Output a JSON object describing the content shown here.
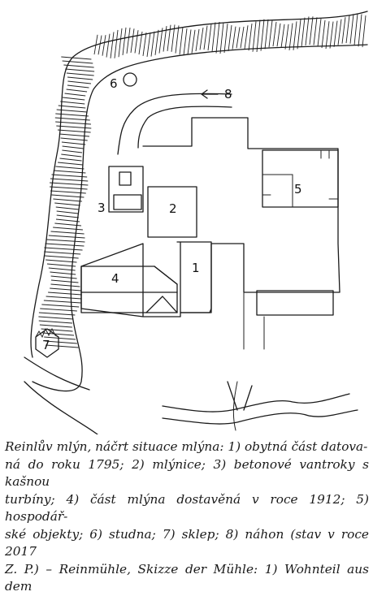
{
  "figure": {
    "labels": {
      "residence": "1",
      "mill_room": "2",
      "turbine_race": "3",
      "extension_1912": "4",
      "farm_buildings": "5",
      "well": "6",
      "cellar": "7",
      "headrace": "8"
    }
  },
  "caption": {
    "line_1": "Reinlův mlýn, náčrt situace mlýna: 1) obytná část datova-",
    "line_2": "ná do roku 1795; 2) mlýnice; 3) betonové vantroky s kašnou",
    "line_3": "turbíny; 4) část mlýna dostavěná v roce 1912; 5) hospodář-",
    "line_4": "ské objekty; 6) studna; 7) sklep; 8) náhon (stav v roce 2017",
    "line_5": "Z. P.) – Reinmühle, Skizze der Mühle: 1) Wohnteil aus dem"
  }
}
